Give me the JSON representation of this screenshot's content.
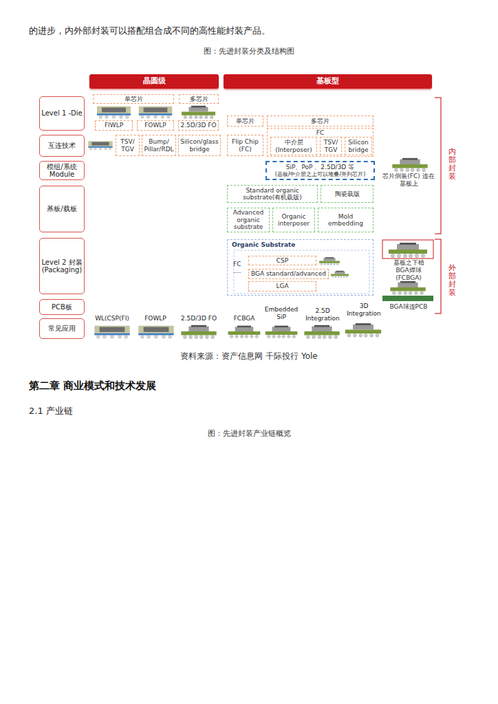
{
  "diagram": {
    "title": "图：先进封装分类及结构图",
    "caption": "资料来源：资产信息网 千际投行 Yole",
    "nodes": [
      {
        "text": [
          "晶圆级"
        ]
      },
      {
        "text": [
          "基板型"
        ]
      },
      {
        "text": [
          "Level 1 -Die"
        ]
      },
      {
        "text": [
          "互连技术"
        ]
      },
      {
        "text": [
          "模组/系统 Module"
        ]
      },
      {
        "text": [
          "基板/载板"
        ]
      },
      {
        "text": [
          "Level 2 封装 (Packaging)"
        ]
      },
      {
        "text": [
          "PCB板"
        ]
      },
      {
        "text": [
          "常见应用"
        ]
      },
      {
        "text": [
          "单芯片"
        ]
      },
      {
        "text": [
          "多芯片"
        ]
      },
      {
        "text": [
          "FIWLP"
        ]
      },
      {
        "text": [
          "FOWLP"
        ]
      },
      {
        "text": [
          "2.5D/3D FO"
        ]
      },
      {
        "text": [
          "TSV/ TGV"
        ]
      },
      {
        "text": [
          "Bump/ Pillar/RDL"
        ]
      },
      {
        "text": [
          "Silicon/glass bridge"
        ]
      },
      {
        "text": [
          "单芯片"
        ]
      },
      {
        "text": [
          "多芯片"
        ]
      },
      {
        "text": [
          "Flip Chip (FC)"
        ]
      },
      {
        "text": [
          "FC"
        ]
      },
      {
        "text": [
          "中介层 (Interposer)"
        ],
        "in": 20
      },
      {
        "text": [
          "TSV/ TGV"
        ],
        "in": 20
      },
      {
        "text": [
          "Silicon bridge"
        ],
        "in": 20
      },
      {
        "text": [
          "SiP、PoP 、2.5D/3D 等",
          "(基板/中介层之上可以堆叠/并列芯片)"
        ]
      },
      {
        "text": [
          "Standard organic substrate(有机载版)"
        ]
      },
      {
        "text": [
          "陶瓷载版"
        ]
      },
      {
        "text": [
          "Advanced organic substrate"
        ]
      },
      {
        "text": [
          "Organic interposer"
        ]
      },
      {
        "text": [
          "Mold embedding"
        ]
      },
      {
        "text": [
          "Organic Substrate",
          "FC ...."
        ]
      },
      {
        "text": [
          "CSP"
        ],
        "in": 30
      },
      {
        "text": [
          "BGA standard/advanced"
        ],
        "in": 30
      },
      {
        "text": [
          "LGA"
        ],
        "in": 30
      }
    ],
    "labels": [
      "的进步，内外部封装可以搭配组合成不同的高性能封装产品。",
      "第二章 商业模式和技术发展",
      "2.1 产业链",
      "图：先进封装产业链概览",
      "芯片倒装(FC) 连在基板上",
      "基板之下植 BGA焊球 (FCBGA)",
      "BGA球连PCB",
      "内部封装",
      "外部封装",
      "WL(CSP(FI)",
      "FOWLP",
      "2.5D/3D FO",
      "FCBGA",
      "Embedded SiP",
      "2.5D Integration",
      "3D Integration",
      "资产信息网"
    ]
  }
}
